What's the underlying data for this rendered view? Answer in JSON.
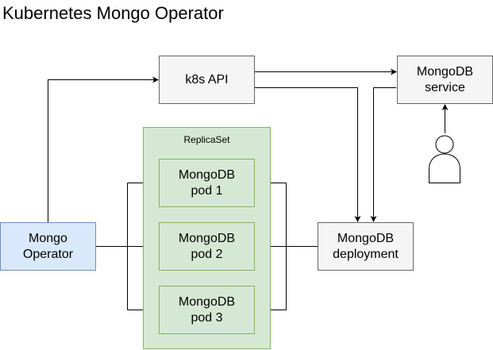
{
  "title": "Kubernetes Mongo Operator",
  "nodes": {
    "k8s_api": {
      "lines": [
        "k8s API"
      ]
    },
    "mongodb_service": {
      "lines": [
        "MongoDB",
        "service"
      ]
    },
    "replicaset": {
      "label": "ReplicaSet"
    },
    "pod1": {
      "lines": [
        "MongoDB",
        "pod 1"
      ]
    },
    "pod2": {
      "lines": [
        "MongoDB",
        "pod 2"
      ]
    },
    "pod3": {
      "lines": [
        "MongoDB",
        "pod 3"
      ]
    },
    "mongo_operator": {
      "lines": [
        "Mongo",
        "Operator"
      ]
    },
    "mongodb_deployment": {
      "lines": [
        "MongoDB",
        "deployment"
      ]
    },
    "user": {
      "icon": "user-icon"
    }
  },
  "colors": {
    "gray_fill": "#f5f5f5",
    "gray_stroke": "#666666",
    "green_fill": "#d5e8d4",
    "green_stroke": "#82b366",
    "blue_fill": "#dae8fc",
    "blue_stroke": "#6c8ebf",
    "edge": "#000000"
  },
  "edges": [
    {
      "from": "mongo_operator",
      "to": "k8s_api"
    },
    {
      "from": "k8s_api",
      "to": "mongodb_service"
    },
    {
      "from": "k8s_api",
      "to": "mongodb_deployment"
    },
    {
      "from": "mongodb_service",
      "to": "mongodb_deployment"
    },
    {
      "from": "user",
      "to": "mongodb_service"
    },
    {
      "from": "mongo_operator",
      "to": "pod1"
    },
    {
      "from": "mongo_operator",
      "to": "pod2"
    },
    {
      "from": "mongo_operator",
      "to": "pod3"
    },
    {
      "from": "mongodb_deployment",
      "to": "pod1"
    },
    {
      "from": "mongodb_deployment",
      "to": "pod2"
    },
    {
      "from": "mongodb_deployment",
      "to": "pod3"
    }
  ]
}
